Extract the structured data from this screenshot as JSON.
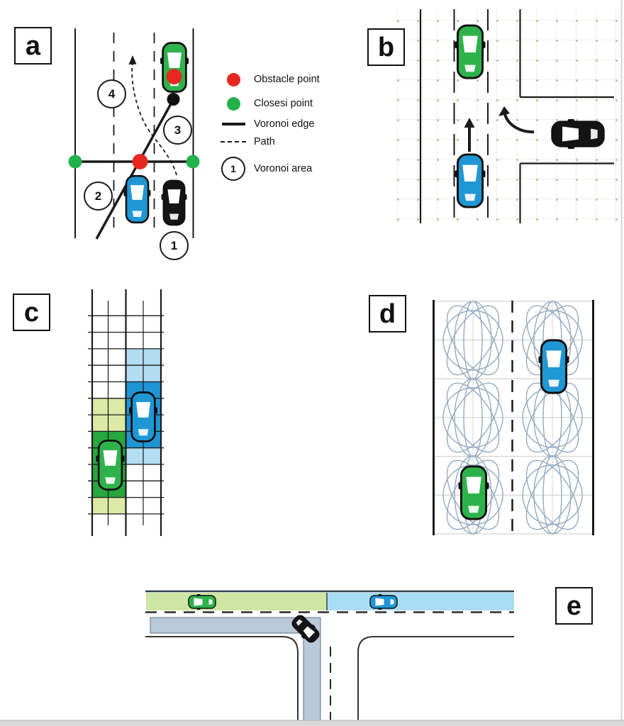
{
  "figure": {
    "panels": [
      {
        "id": "a",
        "label": "a"
      },
      {
        "id": "b",
        "label": "b"
      },
      {
        "id": "c",
        "label": "c"
      },
      {
        "id": "d",
        "label": "d"
      },
      {
        "id": "e",
        "label": "e"
      }
    ]
  },
  "legend": {
    "items": [
      {
        "marker": "obstacle-point-dot",
        "label": "Obstacle point"
      },
      {
        "marker": "closest-point-dot",
        "label": "Closesi point"
      },
      {
        "marker": "voronoi-edge-line",
        "label": "Voronoi edge"
      },
      {
        "marker": "path-dashed-line",
        "label": "Path"
      },
      {
        "marker": "voronoi-area-circle",
        "label": "Voronoi area",
        "badge": "1"
      }
    ]
  },
  "panel_a": {
    "voronoi_area_numbers": [
      "4",
      "3",
      "2",
      "1"
    ]
  },
  "colors": {
    "car_green": "#2eb24b",
    "car_blue": "#1f97d4",
    "car_black": "#141414",
    "obstacle_point_red": "#e6281f",
    "closest_point_green": "#23b14c",
    "cell_blue_light": "#b2ddf3",
    "cell_blue_dark": "#1e95d4",
    "cell_green_light": "#dde9a6",
    "cell_green_dark": "#27a73f",
    "lane_green": "#cfe5a4",
    "lane_blue": "#a9ddf5",
    "lane_slate": "#b9c9da",
    "collision_ellipse": "#93abc0",
    "grid_light": "#e6e3dc"
  }
}
